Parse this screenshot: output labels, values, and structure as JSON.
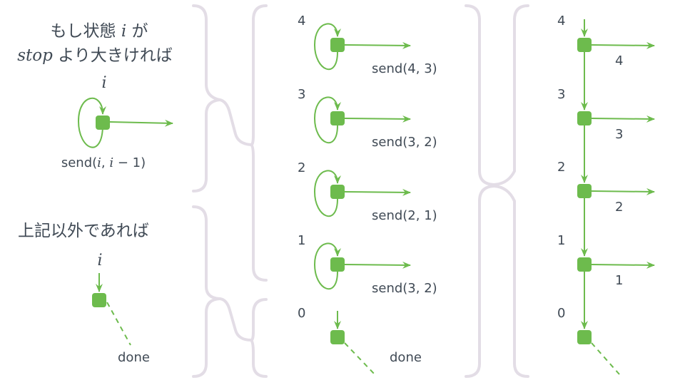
{
  "colors": {
    "node": "#6dbb4d",
    "edge": "#6dbb4d",
    "brace": "#e3dde6",
    "text": "#404a55"
  },
  "left_panel": {
    "case1": {
      "title_line1_pre": "もし状態",
      "title_line1_var": "i",
      "title_line1_post": "が",
      "title_line2_var": "stop",
      "title_line2_post": "より大きければ",
      "input_label": "i",
      "send_prefix": "send(",
      "send_arg1": "i",
      "send_sep": ", ",
      "send_arg2": "i",
      "send_suffix": " − 1)"
    },
    "case2": {
      "title": "上記以外であれば",
      "input_label": "i",
      "done_label": "done"
    }
  },
  "middle_panel": {
    "steps": [
      {
        "state": "4",
        "send": "send(4, 3)"
      },
      {
        "state": "3",
        "send": "send(3, 2)"
      },
      {
        "state": "2",
        "send": "send(2, 1)"
      },
      {
        "state": "1",
        "send": "send(3, 2)"
      }
    ],
    "final": {
      "state": "0",
      "done_label": "done"
    }
  },
  "right_panel": {
    "steps": [
      {
        "state": "4",
        "output": "4"
      },
      {
        "state": "3",
        "output": "3"
      },
      {
        "state": "2",
        "output": "2"
      },
      {
        "state": "1",
        "output": "1"
      }
    ],
    "final": {
      "state": "0"
    }
  }
}
